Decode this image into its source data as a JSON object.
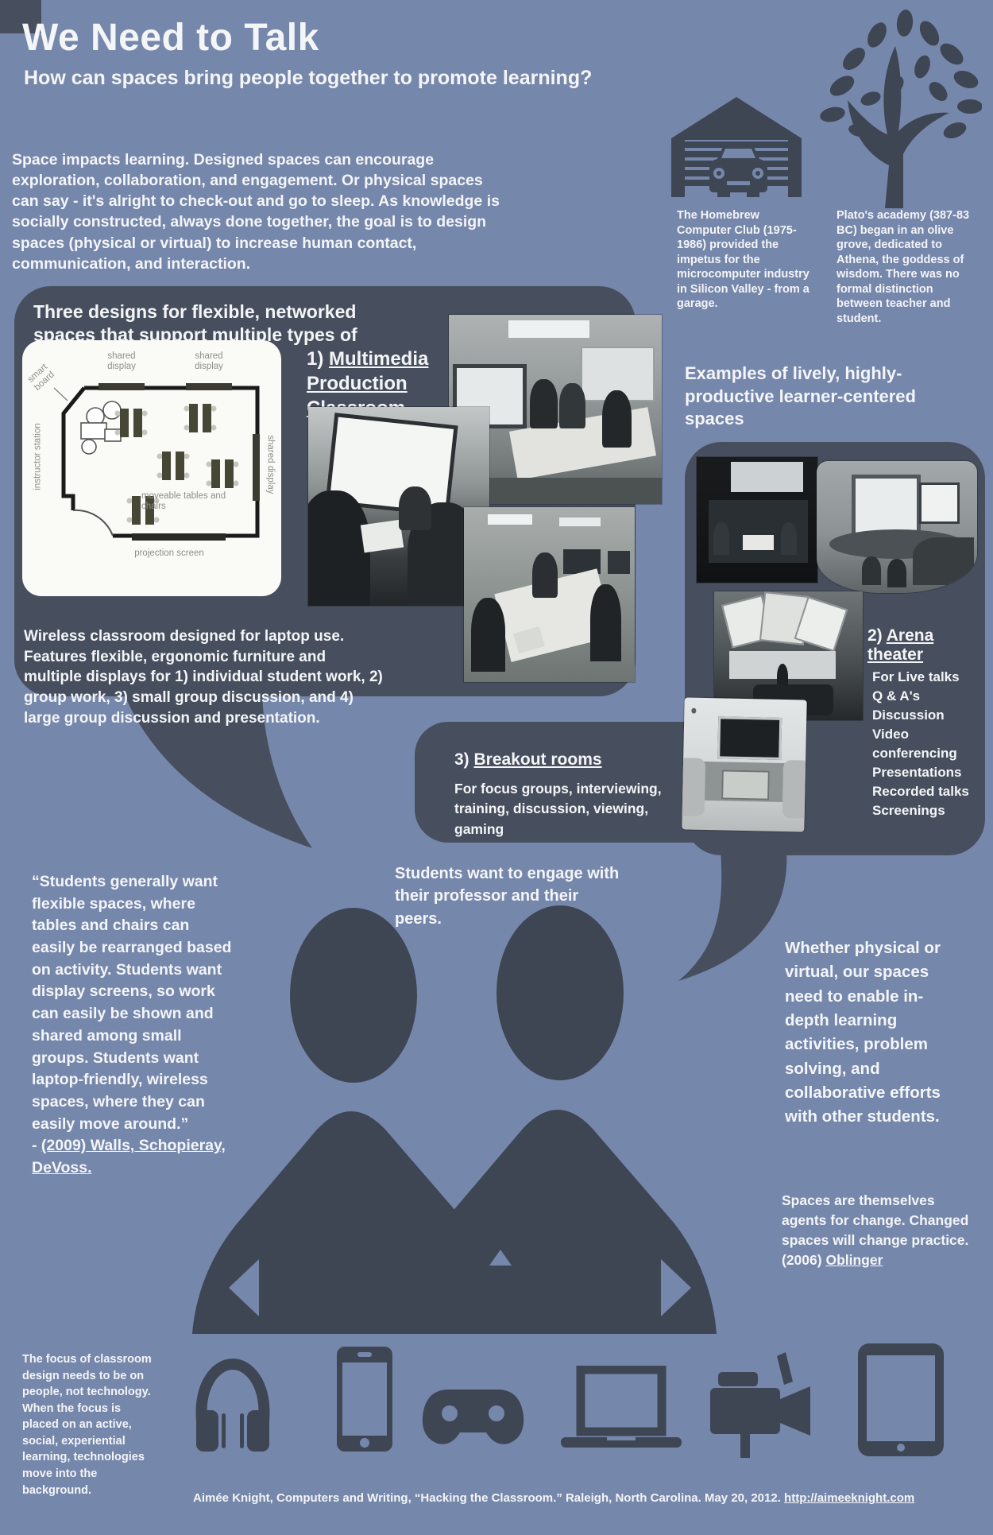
{
  "poster": {
    "title": "We Need to Talk",
    "subtitle": "How can spaces bring people together to promote learning?",
    "intro": "Space impacts learning. Designed spaces can encourage exploration, collaboration, and engagement.  Or physical spaces can say - it's alright to check-out and go to sleep. As knowledge is socially constructed, always done together, the goal is to design spaces (physical or virtual) to increase human contact, communication, and  interaction."
  },
  "history": {
    "garage_caption": "The Homebrew Computer Club (1975-1986) provided the impetus for the microcomputer industry in Silicon Valley - from a garage.",
    "tree_caption": "Plato's academy (387-83 BC) began in an olive grove, dedicated to Athena, the goddess of wisdom. There was no formal distinction between teacher and student."
  },
  "designs": {
    "heading": "Three designs for flexible, networked spaces that support multiple types of activities",
    "item1_num": "1) ",
    "item1_title": "Multimedia Production Classroom",
    "caption": "Wireless classroom designed for laptop use. Features flexible, ergonomic furniture and multiple displays for 1) individual student work, 2) group work, 3) small group discussion, and 4) large group discussion and presentation."
  },
  "floorplan": {
    "smart_board": "smart board",
    "instructor_station": "instructor station",
    "shared_display": "shared display",
    "moveable": "moveable tables and chairs",
    "projection": "projection screen"
  },
  "examples": {
    "heading": "Examples of lively, highly-productive learner-centered spaces"
  },
  "arena": {
    "num": "2) ",
    "title": "Arena theater",
    "items": [
      "For Live talks",
      "Q & A's",
      "Discussion",
      "Video conferencing",
      "Presentations",
      "Recorded talks",
      "Screenings"
    ]
  },
  "breakout": {
    "num": "3) ",
    "title": "Breakout rooms",
    "desc": "For focus groups, interviewing, training, discussion, viewing, gaming"
  },
  "quotes": {
    "flexible": "“Students generally want flexible spaces, where tables and chairs can easily be rearranged based on activity. Students want display screens, so work can easily be shown and shared among small groups. Students want laptop-friendly, wireless spaces, where they can easily move around.”",
    "flexible_cite_prefix": "- ",
    "flexible_cite": "(2009) Walls, Schopieray, DeVoss.",
    "engage": "Students want to engage with their professor and their peers.",
    "depth": "Whether physical or virtual, our spaces need to enable in-depth learning activities, problem solving, and collaborative efforts with other students.",
    "agents": "Spaces are themselves agents for change. Changed spaces will change practice. (2006) ",
    "agents_cite": "Oblinger",
    "focus": "The focus of classroom design needs to be on people, not technology. When the focus is placed on an active, social, experiential learning, technologies move into the background."
  },
  "footer": {
    "credit": "Aimée Knight, Computers and Writing, “Hacking the Classroom.”  Raleigh, North Carolina. May 20, 2012. ",
    "url": "http://aimeeknight.com"
  },
  "icons": {
    "top": [
      "garage-car-icon",
      "olive-tree-icon"
    ],
    "devices": [
      "headphones-icon",
      "smartphone-icon",
      "game-controller-icon",
      "laptop-icon",
      "video-camera-icon",
      "tablet-icon"
    ]
  },
  "colors": {
    "background": "#7687ac",
    "bubble": "#474f5e",
    "silhouette": "#3e4654",
    "text": "#f4f5f7"
  }
}
